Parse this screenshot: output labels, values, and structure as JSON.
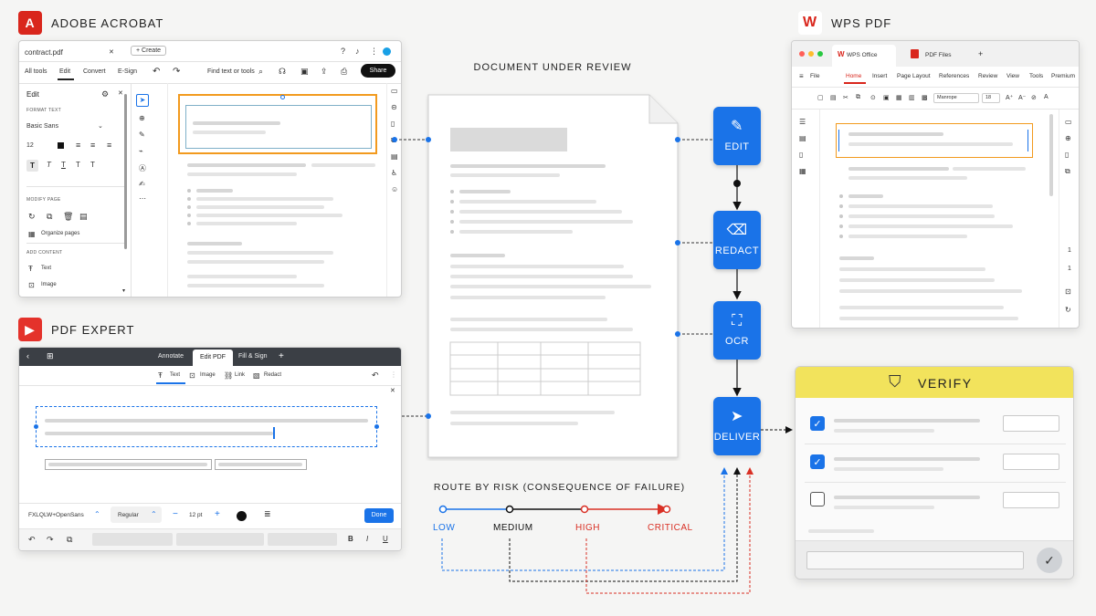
{
  "acrobat": {
    "brand": "ADOBE ACROBAT",
    "filename": "contract.pdf",
    "create": "+ Create",
    "nav": [
      "All tools",
      "Edit",
      "Convert",
      "E-Sign"
    ],
    "find": "Find text or tools",
    "share": "Share",
    "panel_title": "Edit",
    "format_text": "FORMAT TEXT",
    "font": "Basic Sans",
    "size": "12",
    "modify_page": "MODIFY PAGE",
    "organize": "Organize pages",
    "add_content": "ADD CONTENT",
    "text": "Text",
    "image": "Image"
  },
  "pdfexpert": {
    "brand": "PDF EXPERT",
    "tabs": [
      "Annotate",
      "Edit PDF",
      "Fill & Sign"
    ],
    "tools": [
      "Text",
      "Image",
      "Link",
      "Redact"
    ],
    "font": "FXLQLW+OpenSans",
    "style": "Regular",
    "size": "12 pt",
    "done": "Done",
    "bold": "B",
    "italic": "I",
    "underline": "U"
  },
  "doc": {
    "title": "DOCUMENT UNDER REVIEW"
  },
  "steps": [
    "EDIT",
    "REDACT",
    "OCR",
    "DELIVER"
  ],
  "risk": {
    "title": "ROUTE BY RISK (CONSEQUENCE OF FAILURE)",
    "levels": [
      "LOW",
      "MEDIUM",
      "HIGH",
      "CRITICAL"
    ]
  },
  "wps": {
    "brand": "WPS PDF",
    "tabs": [
      "WPS Office",
      "PDF Files"
    ],
    "file": "File",
    "menu": [
      "Home",
      "Insert",
      "Page Layout",
      "References",
      "Review",
      "View",
      "Tools",
      "Premium"
    ],
    "font": "Manrope",
    "size": "18",
    "page_nums": [
      "1",
      "1"
    ]
  },
  "verify": {
    "title": "VERIFY"
  },
  "colors": {
    "accent": "#1a73e8",
    "high": "#d93025",
    "verify": "#f2e35c",
    "acrobat": "#d9261c"
  }
}
